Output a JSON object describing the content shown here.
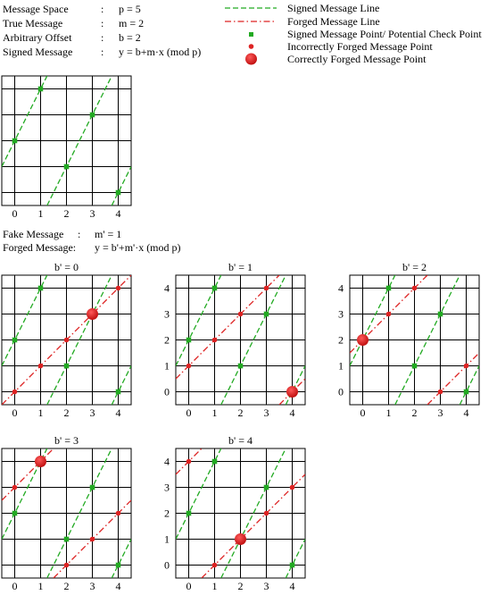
{
  "params": [
    {
      "label": "Message Space",
      "sep": ":",
      "expr": "p = 5"
    },
    {
      "label": "True Message",
      "sep": ":",
      "expr": "m = 2"
    },
    {
      "label": "Arbitrary Offset",
      "sep": ":",
      "expr": "b = 2"
    },
    {
      "label": "Signed Message",
      "sep": ":",
      "expr": "y = b+m·x (mod p)"
    }
  ],
  "legend": [
    {
      "label": "Signed Message Line"
    },
    {
      "label": "Forged Message Line"
    },
    {
      "label": "Signed Message Point/ Potential Check Point"
    },
    {
      "label": "Incorrectly Forged  Message Point"
    },
    {
      "label": "Correctly Forged  Message Point"
    }
  ],
  "fake": [
    {
      "label": "Fake Message",
      "sep": ":",
      "expr": "m' = 1"
    },
    {
      "label": "Forged Message:",
      "sep": "",
      "expr": "y  =  b'+m'·x (mod p)"
    }
  ],
  "colors": {
    "signed": "#22aa22",
    "forged": "#dd2222",
    "grid": "#000000"
  },
  "ticks": [
    "0",
    "1",
    "2",
    "3",
    "4"
  ],
  "panels": [
    {
      "title": "",
      "yticks": false,
      "bp": null,
      "signed_points": [
        [
          0,
          2
        ],
        [
          1,
          4
        ],
        [
          2,
          1
        ],
        [
          3,
          3
        ],
        [
          4,
          0
        ]
      ],
      "forged_points": [],
      "correct_point": null
    },
    {
      "title": "b' = 0",
      "yticks": false,
      "bp": 0,
      "signed_points": [
        [
          0,
          2
        ],
        [
          1,
          4
        ],
        [
          2,
          1
        ],
        [
          3,
          3
        ],
        [
          4,
          0
        ]
      ],
      "forged_points": [
        [
          0,
          0
        ],
        [
          1,
          1
        ],
        [
          2,
          2
        ],
        [
          4,
          4
        ]
      ],
      "correct_point": [
        3,
        3
      ]
    },
    {
      "title": "b' = 1",
      "yticks": true,
      "bp": 1,
      "signed_points": [
        [
          0,
          2
        ],
        [
          1,
          4
        ],
        [
          2,
          1
        ],
        [
          3,
          3
        ],
        [
          4,
          0
        ]
      ],
      "forged_points": [
        [
          0,
          1
        ],
        [
          1,
          2
        ],
        [
          2,
          3
        ],
        [
          3,
          4
        ]
      ],
      "correct_point": [
        4,
        0
      ]
    },
    {
      "title": "b' = 2",
      "yticks": true,
      "bp": 2,
      "signed_points": [
        [
          0,
          2
        ],
        [
          1,
          4
        ],
        [
          2,
          1
        ],
        [
          3,
          3
        ],
        [
          4,
          0
        ]
      ],
      "forged_points": [
        [
          1,
          3
        ],
        [
          2,
          4
        ],
        [
          3,
          0
        ],
        [
          4,
          1
        ]
      ],
      "correct_point": [
        0,
        2
      ]
    },
    {
      "title": "b' = 3",
      "yticks": false,
      "bp": 3,
      "signed_points": [
        [
          0,
          2
        ],
        [
          1,
          4
        ],
        [
          2,
          1
        ],
        [
          3,
          3
        ],
        [
          4,
          0
        ]
      ],
      "forged_points": [
        [
          0,
          3
        ],
        [
          2,
          0
        ],
        [
          3,
          1
        ],
        [
          4,
          2
        ]
      ],
      "correct_point": [
        1,
        4
      ]
    },
    {
      "title": "b' = 4",
      "yticks": true,
      "bp": 4,
      "signed_points": [
        [
          0,
          2
        ],
        [
          1,
          4
        ],
        [
          2,
          1
        ],
        [
          3,
          3
        ],
        [
          4,
          0
        ]
      ],
      "forged_points": [
        [
          0,
          4
        ],
        [
          1,
          0
        ],
        [
          3,
          2
        ],
        [
          4,
          3
        ]
      ],
      "correct_point": [
        2,
        1
      ]
    }
  ]
}
